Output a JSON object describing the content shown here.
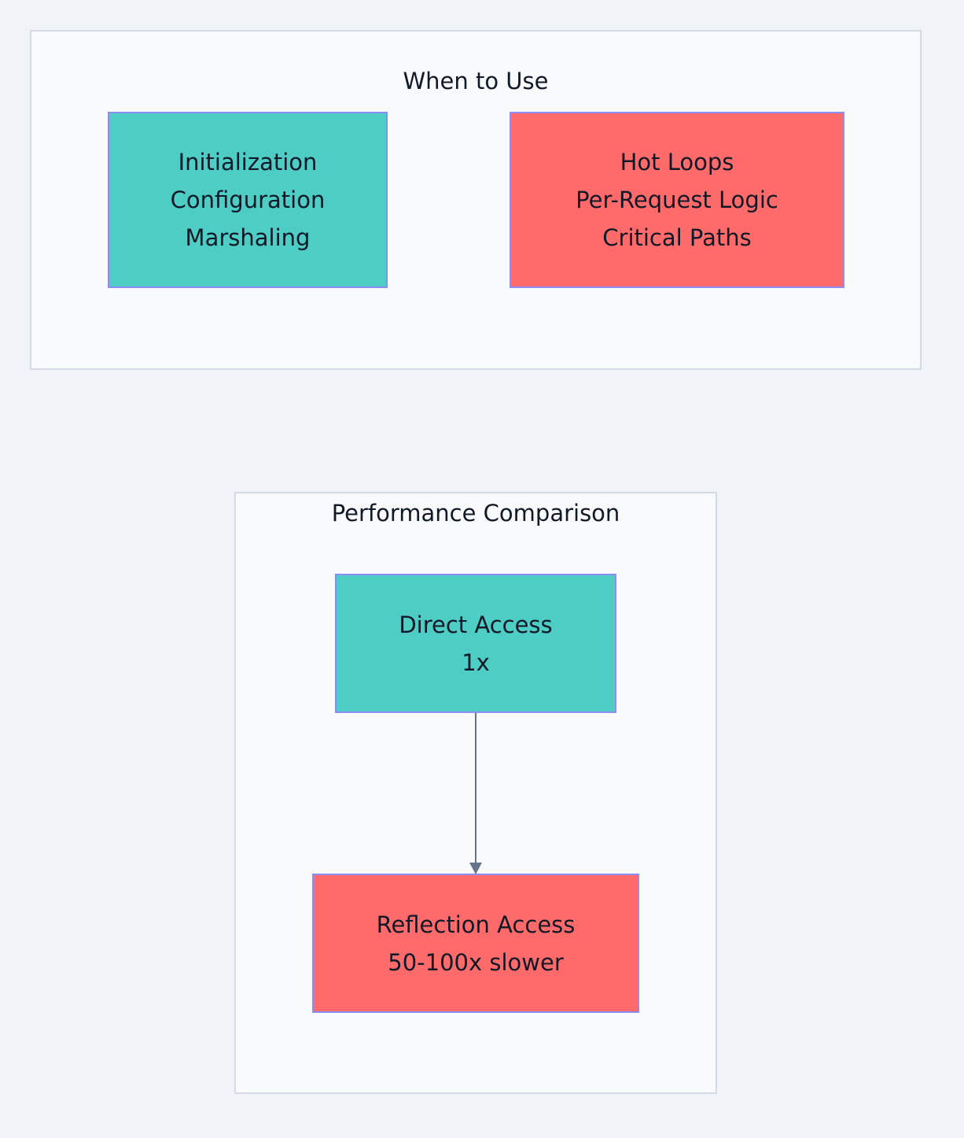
{
  "colors": {
    "background": "#f0f4f8",
    "cluster_fill": "#f8fafc",
    "cluster_border": "#d3dbe6",
    "node_border": "#8c8cf5",
    "recommended": "#4ecdc4",
    "avoid": "#ff6b6b",
    "edge": "#64748b"
  },
  "when_to_use": {
    "title": "When to Use",
    "good_node": {
      "lines": [
        "Initialization",
        "Configuration",
        "Marshaling"
      ]
    },
    "bad_node": {
      "lines": [
        "Hot Loops",
        "Per-Request Logic",
        "Critical Paths"
      ]
    }
  },
  "performance_comparison": {
    "title": "Performance Comparison",
    "direct_node": {
      "lines": [
        "Direct Access",
        "1x"
      ]
    },
    "reflection_node": {
      "lines": [
        "Reflection Access",
        "50-100x slower"
      ]
    }
  }
}
